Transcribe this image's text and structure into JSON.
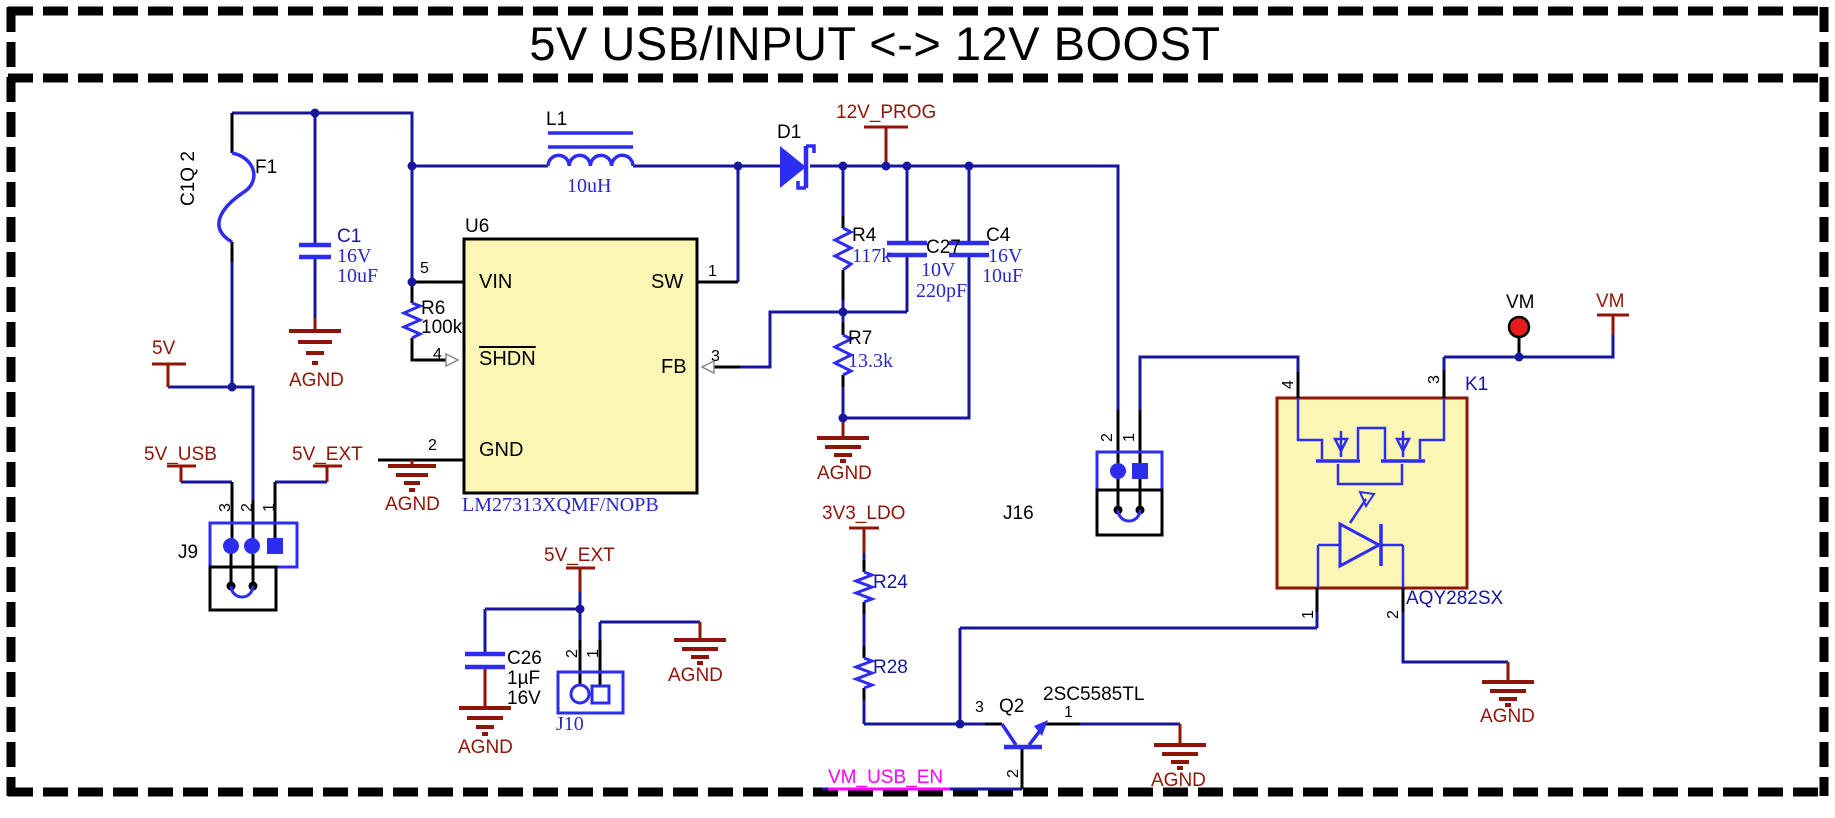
{
  "title": "5V USB/INPUT <-> 12V BOOST",
  "colors": {
    "wire": "#16169e",
    "component_blue": "#2d2df2",
    "value_blue": "#2828c8",
    "net_dark_red": "#8f1606",
    "signal_magenta": "#ff00ff",
    "ic_fill": "#fcf6b5",
    "testpoint_red": "#e81c1c",
    "black": "#000000"
  },
  "nets": {
    "v5": "5V",
    "v5_usb": "5V_USB",
    "v5_ext": "5V_EXT",
    "v12_prog": "12V_PROG",
    "v3v3_ldo": "3V3_LDO",
    "vm": "VM",
    "agnd": "AGND",
    "vm_usb_en": "VM_USB_EN"
  },
  "components": {
    "f1": {
      "ref": "F1",
      "value": "C1Q 2"
    },
    "c1": {
      "ref": "C1",
      "volt": "16V",
      "cap": "10uF"
    },
    "l1": {
      "ref": "L1",
      "value": "10uH"
    },
    "d1": {
      "ref": "D1"
    },
    "u6": {
      "ref": "U6",
      "part": "LM27313XQMF/NOPB",
      "vin": "VIN",
      "vin_n": "5",
      "shdn": "SHDN",
      "shdn_n": "4",
      "gnd": "GND",
      "gnd_n": "2",
      "sw": "SW",
      "sw_n": "1",
      "fb": "FB",
      "fb_n": "3"
    },
    "r6": {
      "ref": "R6",
      "value": "100k"
    },
    "r4": {
      "ref": "R4",
      "value": "117k"
    },
    "c27": {
      "ref": "C27",
      "volt": "10V",
      "cap": "220pF"
    },
    "c4": {
      "ref": "C4",
      "volt": "16V",
      "cap": "10uF"
    },
    "r7": {
      "ref": "R7",
      "value": "13.3k"
    },
    "j9": {
      "ref": "J9",
      "p3": "3",
      "p2": "2",
      "p1": "1"
    },
    "c26": {
      "ref": "C26",
      "cap": "1µF",
      "volt": "16V"
    },
    "j10": {
      "ref": "J10",
      "p2": "2",
      "p1": "1"
    },
    "r24": {
      "ref": "R24"
    },
    "r28": {
      "ref": "R28"
    },
    "j16": {
      "ref": "J16",
      "p2": "2",
      "p1": "1"
    },
    "q2": {
      "ref": "Q2",
      "part": "2SC5585TL",
      "p3": "3",
      "p1": "1",
      "p2": "2"
    },
    "k1": {
      "ref": "K1",
      "part": "AQY282SX",
      "p4": "4",
      "p3": "3",
      "p1": "1",
      "p2": "2"
    },
    "tp_vm": {
      "label": "VM"
    }
  }
}
